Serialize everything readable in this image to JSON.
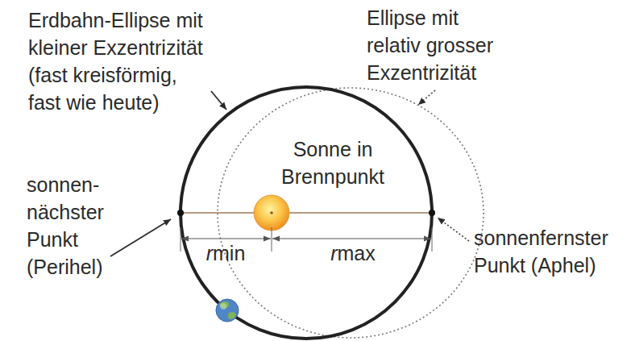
{
  "diagram": {
    "labels": [
      "Erdbahn-Ellipse mit kleiner Exzentrizität (fast kreisförmig, fast wie heute)",
      "Ellipse mit relativ grosser Exzentrizität",
      "Sonne in Brennpunkt",
      "sonnen- nächster Punkt (Perihel)",
      "rmin",
      "rmax",
      "sonnenfernster Punkt (Aphel)"
    ]
  }
}
